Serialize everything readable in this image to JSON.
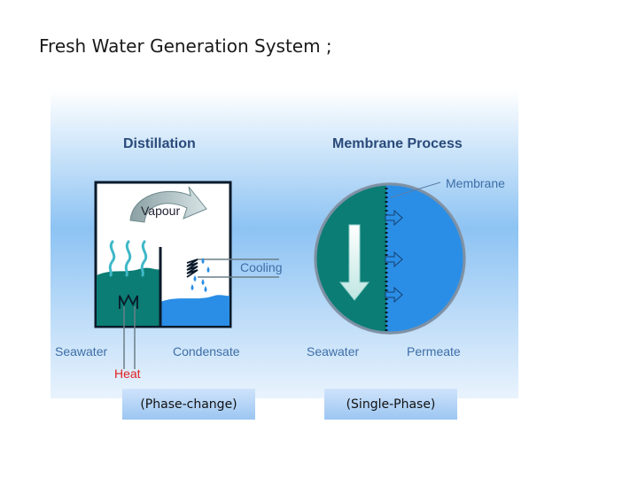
{
  "title": "Fresh Water Generation System ;",
  "diagram": {
    "distillation": {
      "heading": "Distillation",
      "vapour_label": "Vapour",
      "cooling_label": "Cooling",
      "seawater_label": "Seawater",
      "condensate_label": "Condensate",
      "heat_label": "Heat",
      "caption": "(Phase-change)"
    },
    "membrane": {
      "heading": "Membrane Process",
      "membrane_label": "Membrane",
      "seawater_label": "Seawater",
      "permeate_label": "Permeate",
      "caption": "(Single-Phase)"
    }
  },
  "colors": {
    "teal": "#0b7d74",
    "blue": "#2a8ee6",
    "heading": "#2a4a7a",
    "label": "#3d6ea8",
    "heat": "#e02020"
  }
}
